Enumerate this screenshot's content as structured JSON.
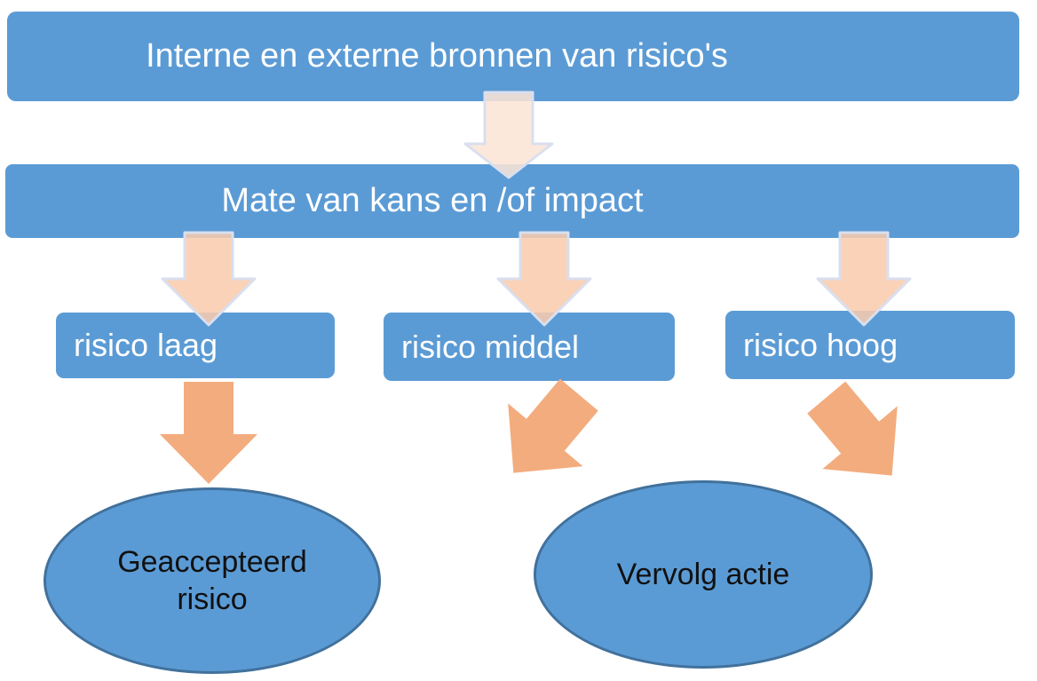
{
  "diagram": {
    "source_bar": {
      "label": "Interne en externe bronnen van risico's"
    },
    "impact_bar": {
      "label": "Mate van kans en /of impact"
    },
    "risk_levels": [
      {
        "id": "laag",
        "label": "risico laag"
      },
      {
        "id": "middel",
        "label": "risico middel"
      },
      {
        "id": "hoog",
        "label": "risico hoog"
      }
    ],
    "outcomes": [
      {
        "id": "geaccepteerd",
        "label": "Geaccepteerd risico"
      },
      {
        "id": "vervolg",
        "label": "Vervolg actie"
      }
    ],
    "arrows": [
      {
        "name": "arrow-bronnen-to-mate",
        "direction": "down",
        "style": "light"
      },
      {
        "name": "arrow-mate-to-laag",
        "direction": "down",
        "style": "medium"
      },
      {
        "name": "arrow-mate-to-middel",
        "direction": "down",
        "style": "medium"
      },
      {
        "name": "arrow-mate-to-hoog",
        "direction": "down",
        "style": "medium"
      },
      {
        "name": "arrow-laag-to-outcome",
        "direction": "down",
        "style": "dark"
      },
      {
        "name": "arrow-middel-to-outcome",
        "direction": "down-right",
        "style": "dark"
      },
      {
        "name": "arrow-hoog-to-outcome",
        "direction": "down-left",
        "style": "dark"
      }
    ],
    "colors": {
      "shape_blue": "#5B9BD5",
      "ellipse_border": "#41719C",
      "arrow_light": "#FBE5D6",
      "arrow_medium": "#F8CBAD",
      "arrow_dark": "#F3AC7D",
      "arrow_outline": "#D9DFEE",
      "text_light": "#FFFFFF",
      "text_dark": "#111111"
    }
  }
}
